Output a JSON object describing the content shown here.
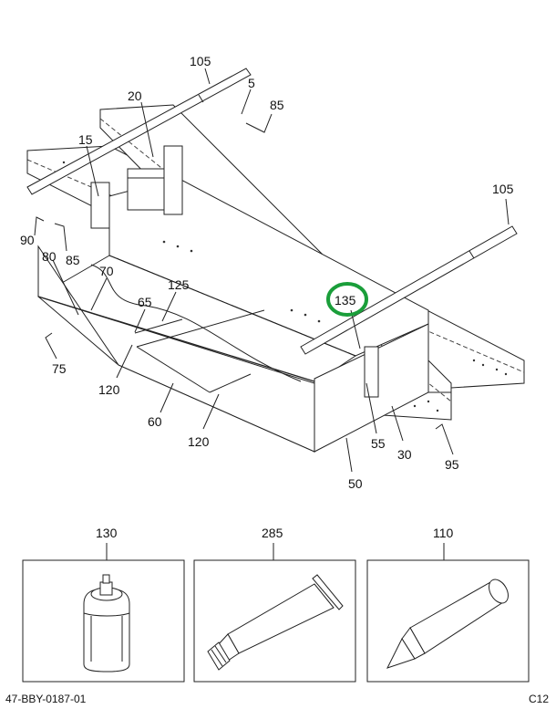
{
  "callouts": {
    "c105a": "105",
    "c5": "5",
    "c20": "20",
    "c85a": "85",
    "c15": "15",
    "c105b": "105",
    "c90": "90",
    "c85b": "85",
    "c80": "80",
    "c70": "70",
    "c125": "125",
    "c65": "65",
    "c135": "135",
    "c75": "75",
    "c120a": "120",
    "c60": "60",
    "c120b": "120",
    "c55": "55",
    "c30": "30",
    "c95": "95",
    "c50": "50",
    "c130": "130",
    "c285": "285",
    "c110": "110"
  },
  "highlight": {
    "target": "135",
    "color": "#1a9e3a"
  },
  "footer": {
    "drawing_id": "47-BBY-0187-01",
    "page_code": "C12"
  }
}
